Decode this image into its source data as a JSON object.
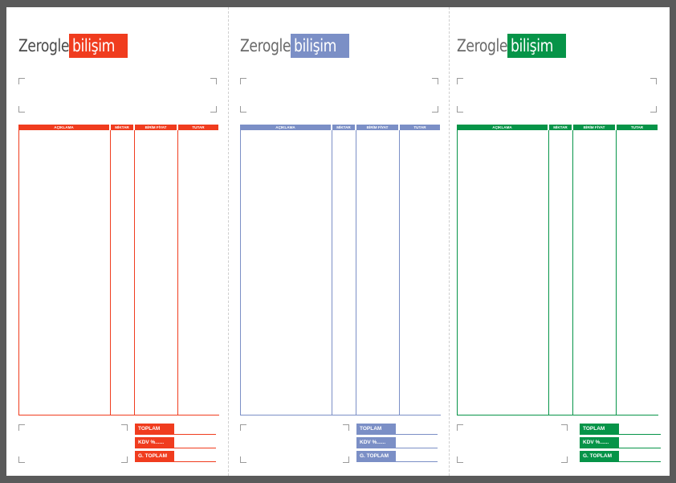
{
  "brand": {
    "name_part": "Zerogle",
    "boxed_part": "bilişim"
  },
  "table": {
    "headers": [
      "AÇIKLAMA",
      "MİKTAR",
      "BİRİM FİYAT",
      "TUTAR"
    ]
  },
  "totals": {
    "labels": [
      "TOPLAM",
      "KDV %......",
      "G. TOPLAM"
    ]
  },
  "panels": [
    {
      "id": "red",
      "accent": "#f03c1e"
    },
    {
      "id": "blue",
      "accent": "#7b8fc6"
    },
    {
      "id": "green",
      "accent": "#069448"
    }
  ]
}
